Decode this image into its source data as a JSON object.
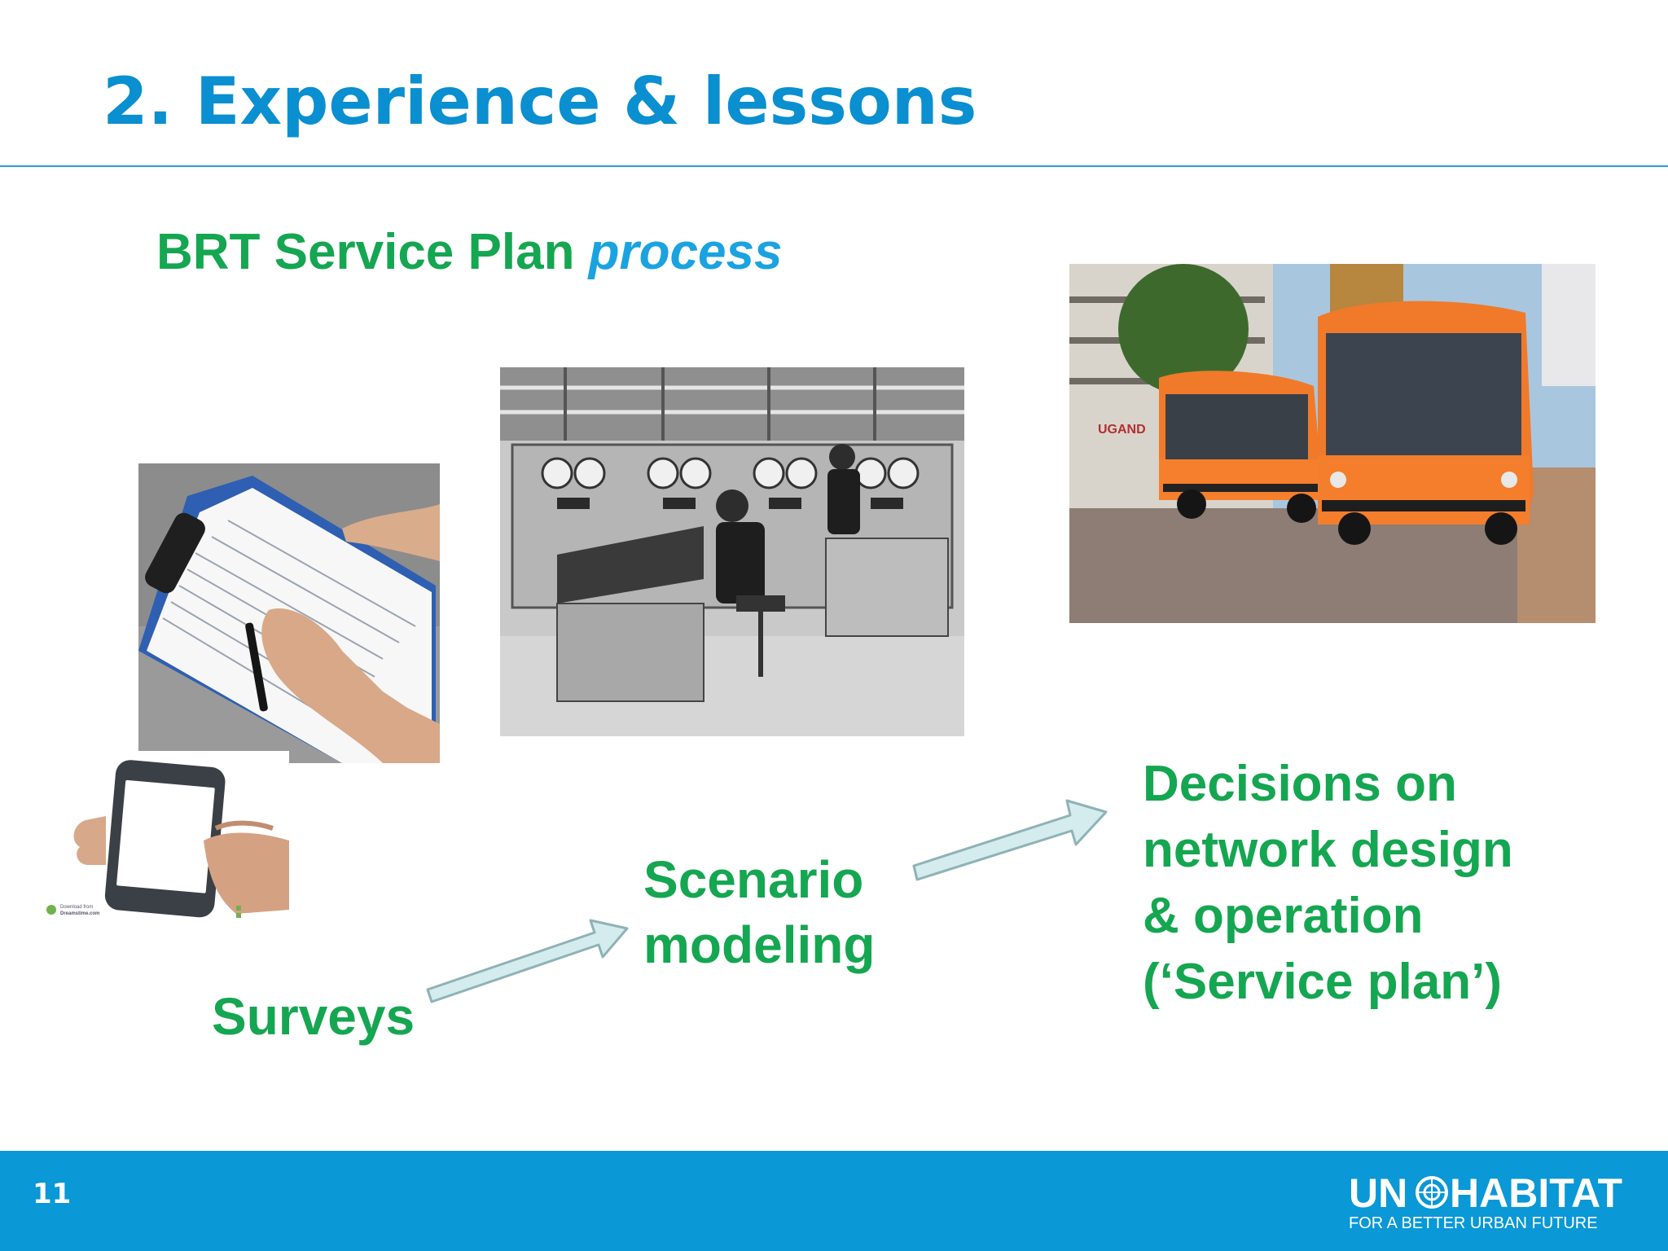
{
  "slide": {
    "title": "2. Experience & lessons",
    "subtitle_main": "BRT Service Plan ",
    "subtitle_accent": "process",
    "page_number": "11"
  },
  "labels": {
    "surveys": "Surveys",
    "scenario_line1": "Scenario",
    "scenario_line2": "modeling",
    "decisions_line1": "Decisions on",
    "decisions_line2": "network design",
    "decisions_line3": "& operation",
    "decisions_line4": "(‘Service plan’)"
  },
  "photos": {
    "bus_sign": "UGAND",
    "watermark_line1": "Download from",
    "watermark_line2": "Dreamstime.com"
  },
  "logo": {
    "left": "UN",
    "right": "HABITAT",
    "tagline": "FOR A BETTER URBAN FUTURE"
  },
  "colors": {
    "title_blue": "#0a8fd0",
    "label_green": "#15a651",
    "accent_blue": "#1aa3e0",
    "footer_blue": "#0a98d6",
    "arrow_fill": "#d4ecee",
    "arrow_stroke": "#8fb2b6"
  }
}
